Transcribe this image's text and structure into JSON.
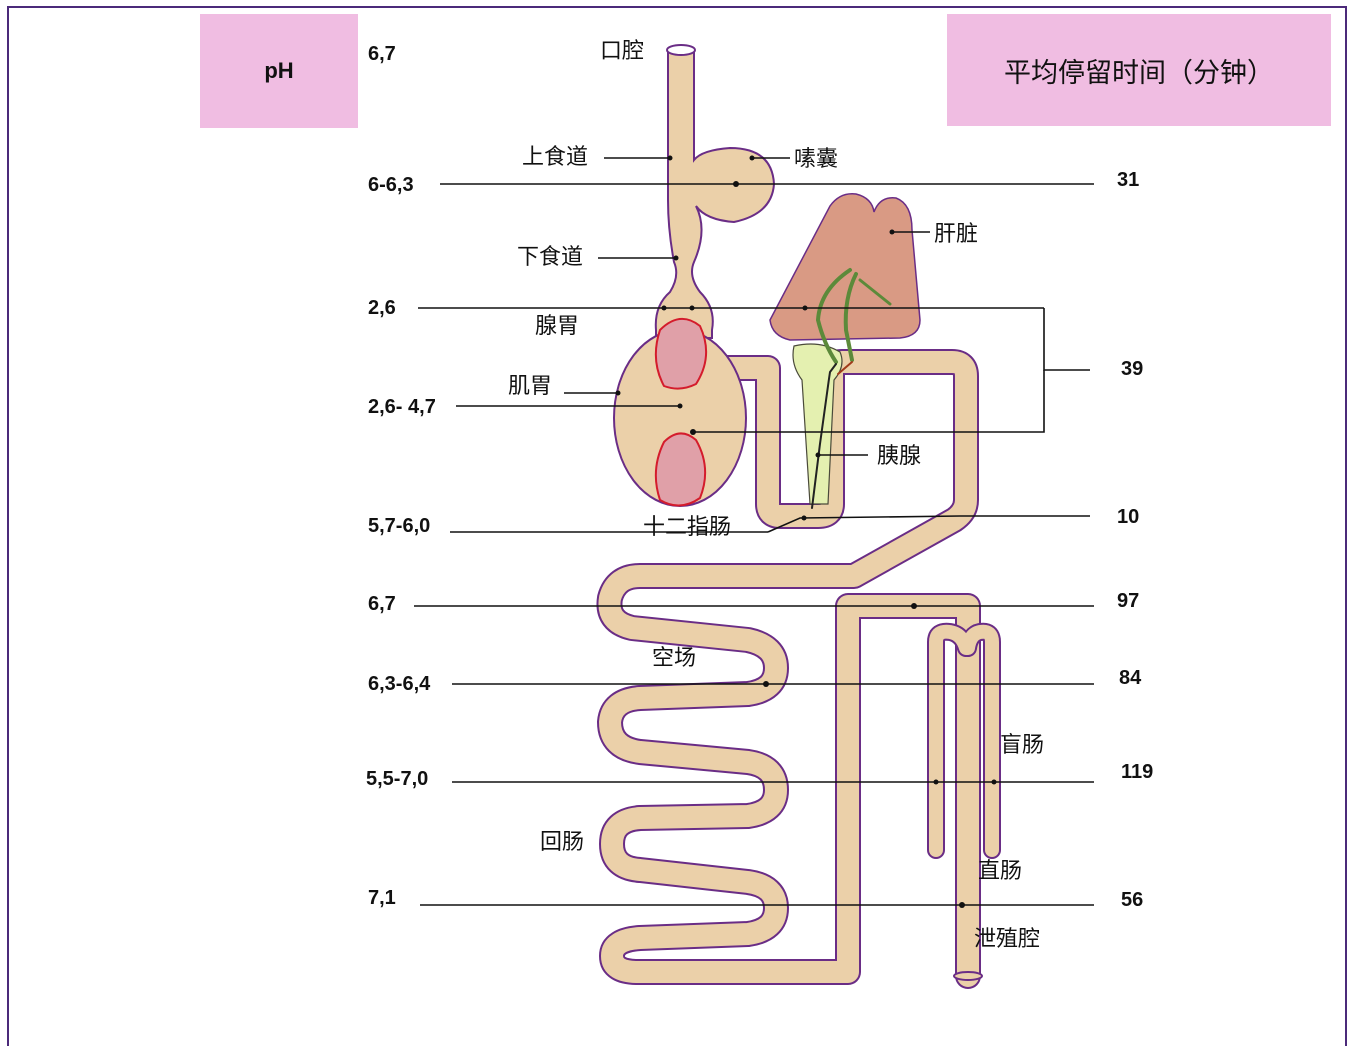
{
  "header": {
    "ph_label": "pH",
    "time_label": "平均停留时间（分钟）"
  },
  "ph_values": [
    "6,7",
    "6-6,3",
    "2,6",
    "2,6- 4,7",
    "5,7-6,0",
    "6,7",
    "6,3-6,4",
    "5,5-7,0",
    "7,1"
  ],
  "time_values": [
    "31",
    "39",
    "10",
    "97",
    "84",
    "119",
    "56"
  ],
  "organs": {
    "mouth": "口腔",
    "upper_esophagus": "上食道",
    "crop": "嗉囊",
    "liver": "肝脏",
    "lower_esophagus": "下食道",
    "proventriculus": "腺胃",
    "gizzard": "肌胃",
    "pancreas": "胰腺",
    "duodenum": "十二指肠",
    "jejunum": "空场",
    "cecum": "盲肠",
    "ileum": "回肠",
    "rectum": "直肠",
    "cloaca": "泄殖腔"
  },
  "colors": {
    "frame": "#4b2a7a",
    "header_bg": "#f0bde2",
    "gut": "#ebd0a9",
    "gut_outline": "#6a2d86",
    "liver": "#d99a84",
    "gizzard_red": "#e0a0a8",
    "pancreas": "#e4f0b0",
    "bile_duct": "#5c8a3a"
  }
}
